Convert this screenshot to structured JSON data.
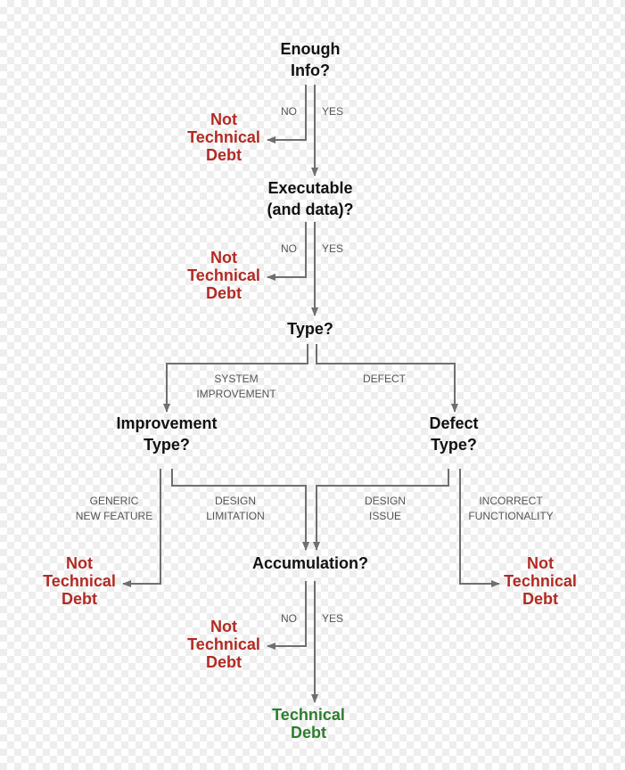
{
  "nodes": {
    "enough_info": [
      "Enough",
      "Info?"
    ],
    "executable": [
      "Executable",
      "(and data)?"
    ],
    "type": "Type?",
    "improvement_type": [
      "Improvement",
      "Type?"
    ],
    "defect_type": [
      "Defect",
      "Type?"
    ],
    "accumulation": "Accumulation?",
    "technical_debt": [
      "Technical",
      "Debt"
    ]
  },
  "not_td": [
    "Not",
    "Technical",
    "Debt"
  ],
  "edges": {
    "no": "NO",
    "yes": "YES",
    "system_improvement": [
      "SYSTEM",
      "IMPROVEMENT"
    ],
    "defect": "DEFECT",
    "generic_new_feature": [
      "GENERIC",
      "NEW FEATURE"
    ],
    "design_limitation": [
      "DESIGN",
      "LIMITATION"
    ],
    "design_issue": [
      "DESIGN",
      "ISSUE"
    ],
    "incorrect_functionality": [
      "INCORRECT",
      "FUNCTIONALITY"
    ]
  },
  "colors": {
    "not_debt": "#b22a23",
    "debt": "#2e7d2e",
    "line": "#6f6f6f"
  }
}
